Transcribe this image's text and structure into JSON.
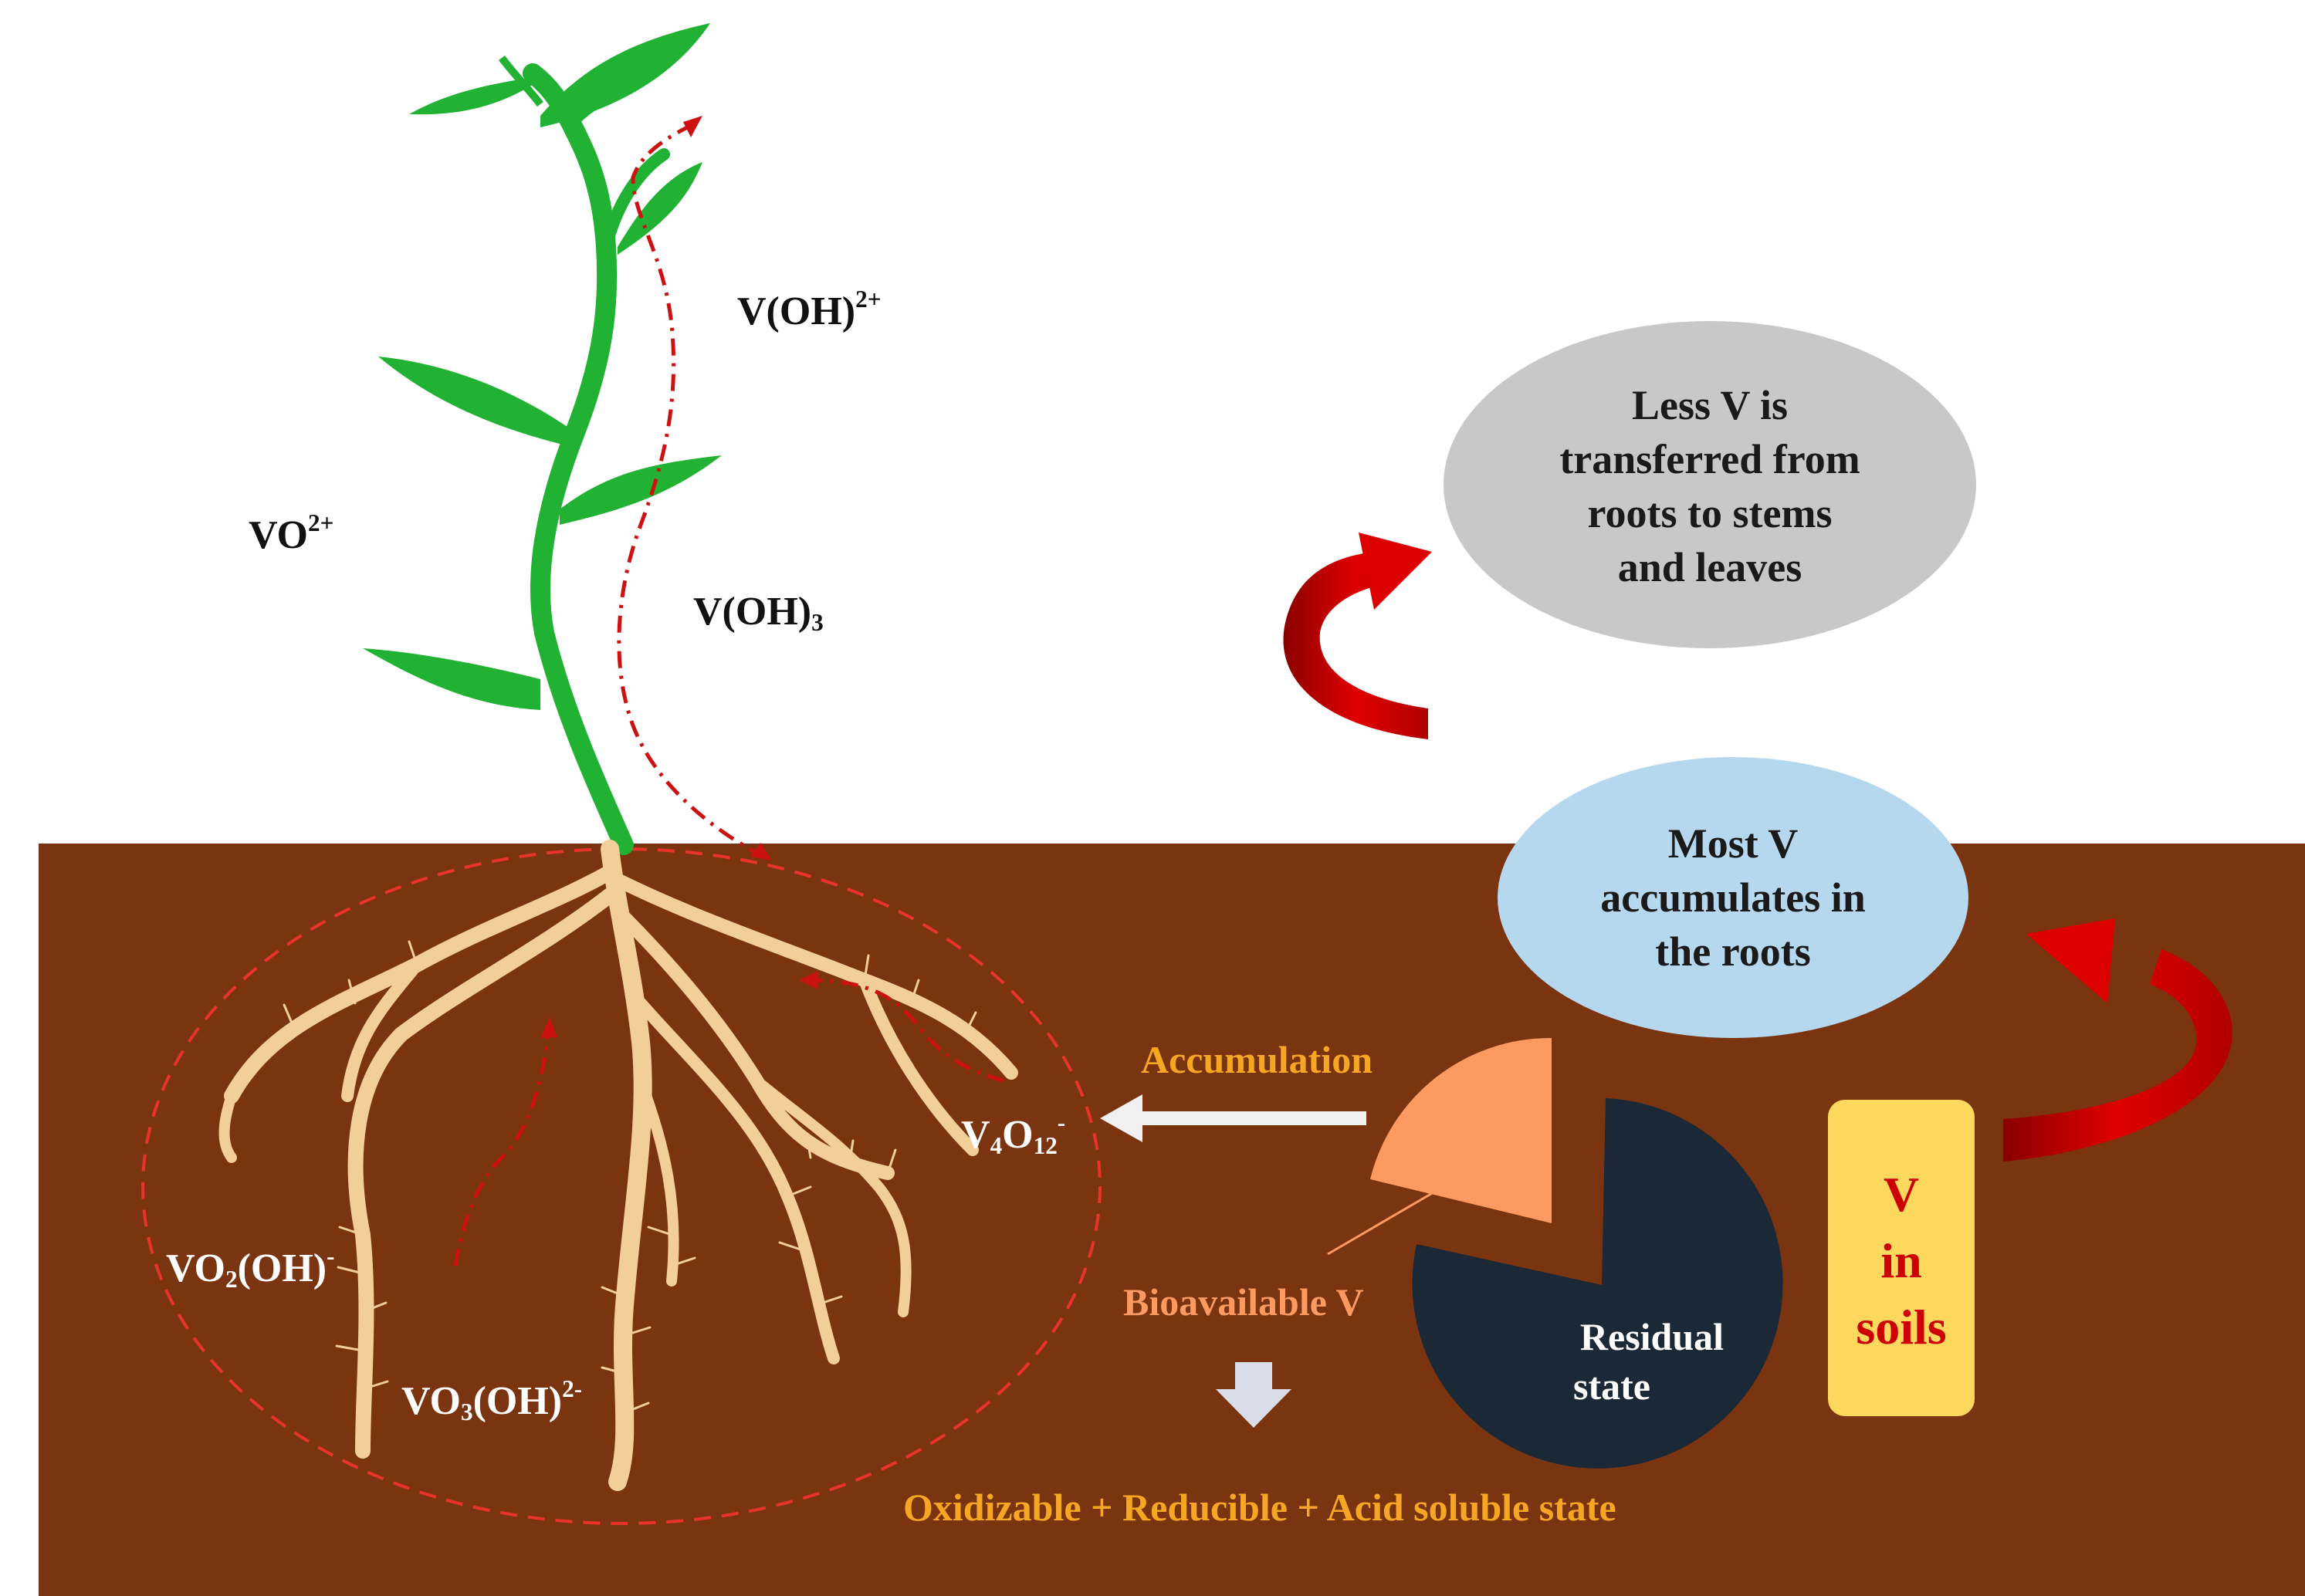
{
  "species": {
    "vo2plus": {
      "base": "VO",
      "sup": "2+"
    },
    "voh2plus": {
      "base": "V(OH)",
      "sup": "2+"
    },
    "voh3": {
      "base": "V(OH)",
      "sub": "3"
    },
    "v4o12": {
      "a": "V",
      "sub1": "4",
      "b": "O",
      "sub2": "12",
      "sup": "-"
    },
    "vo2oh": {
      "a": "VO",
      "sub": "2",
      "b": "(OH)",
      "sup": "-"
    },
    "vo3oh": {
      "a": "VO",
      "sub": "3",
      "b": "(OH)",
      "sup": "2-"
    }
  },
  "bubbles": {
    "less_v": [
      "Less V is",
      "transferred from",
      "roots to stems",
      "and leaves"
    ],
    "most_v": [
      "Most V",
      "accumulates in",
      "the roots"
    ]
  },
  "labels": {
    "accumulation": "Accumulation",
    "bioavailable": "Bioavailable V",
    "residual": [
      "Residual",
      "state"
    ],
    "v_in_soils": [
      "V",
      "in",
      "soils"
    ],
    "fractions": "Oxidizable + Reducible + Acid soluble state"
  },
  "colors": {
    "soil": "#7b3410",
    "plant": "#22b233",
    "root": "#f2cf98",
    "grey_bubble": "#c8c8c8",
    "blue_bubble": "#b6d8ee",
    "red_arrow": "#cc0000",
    "orange_text": "#f5a623",
    "bioavailable_slice": "#fd9a62",
    "residual_slice": "#1b2836",
    "v_box": "#fdd85d"
  },
  "icons": [
    "curved-arrow-icon",
    "left-arrow-icon",
    "down-arrow-icon"
  ]
}
